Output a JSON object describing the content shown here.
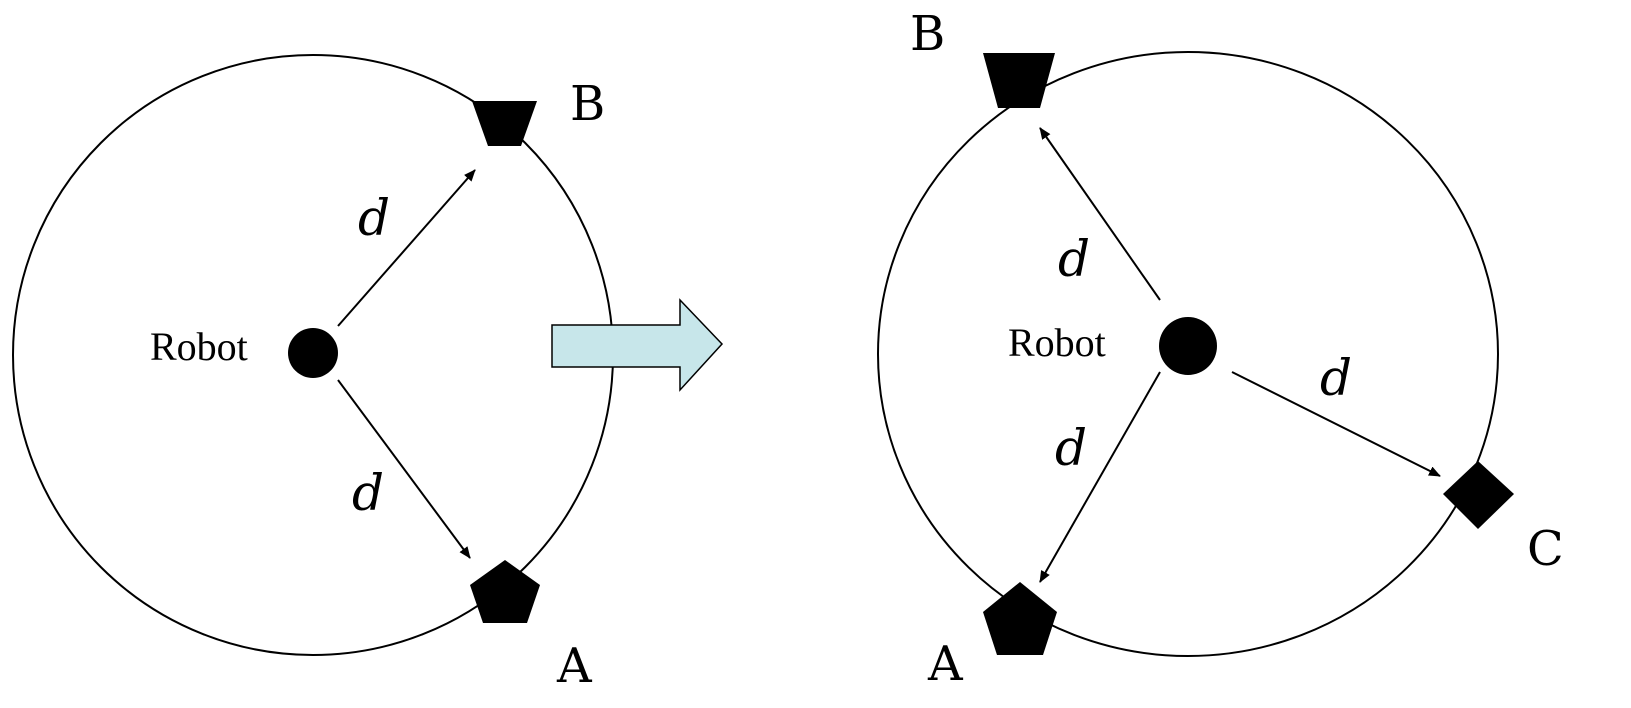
{
  "left_scene": {
    "robot_label": "Robot",
    "landmarks": [
      {
        "label": "B",
        "shape": "trapezoid"
      },
      {
        "label": "A",
        "shape": "pentagon"
      }
    ],
    "distance_labels": [
      "d",
      "d"
    ]
  },
  "transition": {
    "icon": "right-arrow-icon",
    "fill": "#c7e6ea"
  },
  "right_scene": {
    "robot_label": "Robot",
    "landmarks": [
      {
        "label": "B",
        "shape": "trapezoid"
      },
      {
        "label": "A",
        "shape": "pentagon"
      },
      {
        "label": "C",
        "shape": "diamond"
      }
    ],
    "distance_labels": [
      "d",
      "d",
      "d"
    ]
  }
}
